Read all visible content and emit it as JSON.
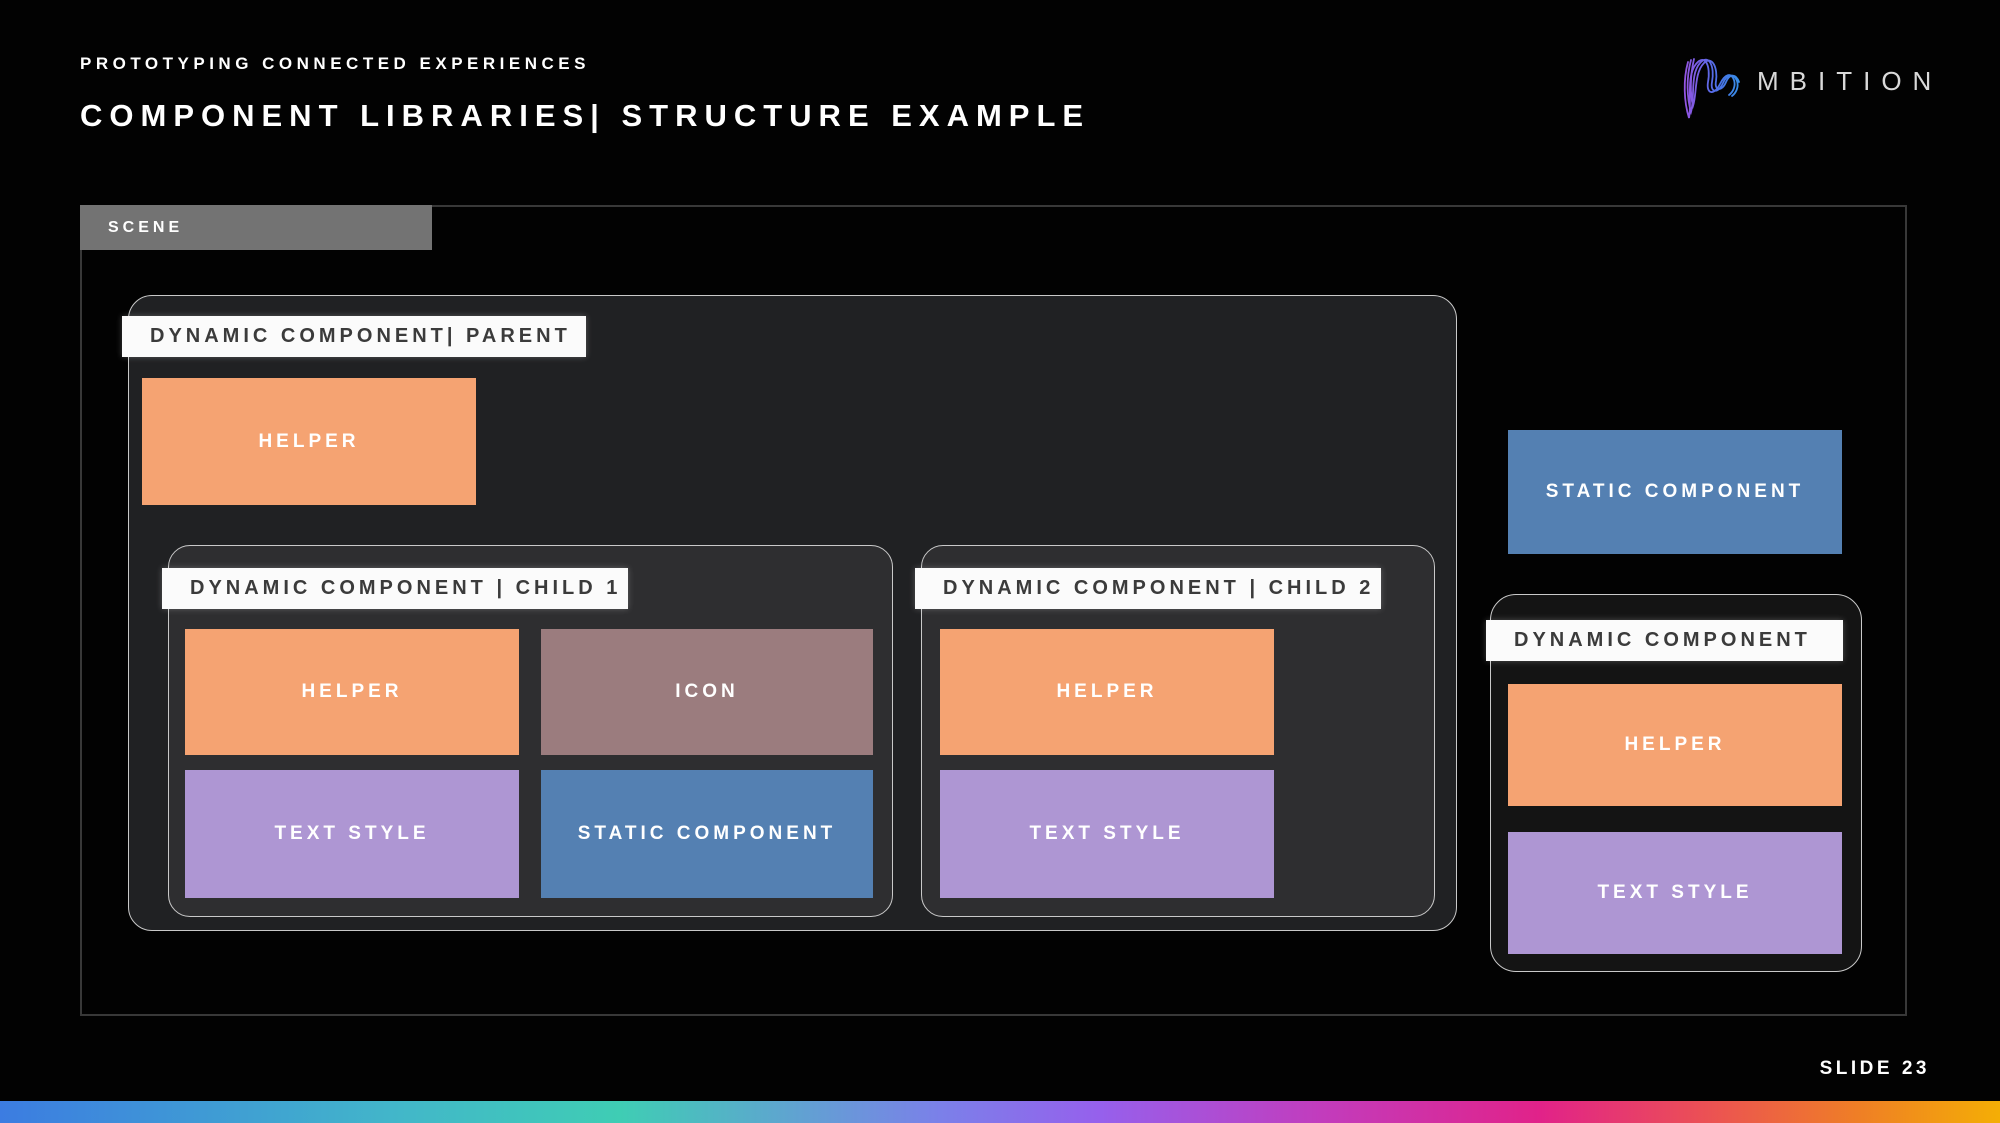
{
  "header": {
    "eyebrow": "PROTOTYPING CONNECTED EXPERIENCES",
    "title": "COMPONENT LIBRARIES| STRUCTURE EXAMPLE",
    "brand": "MBITION"
  },
  "scene": {
    "tab_label": "SCENE"
  },
  "diagram": {
    "parent": {
      "label": "DYNAMIC COMPONENT| PARENT",
      "helper_label": "HELPER"
    },
    "child1": {
      "label": "DYNAMIC COMPONENT | CHILD 1",
      "helper_label": "HELPER",
      "icon_label": "ICON",
      "text_style_label": "TEXT STYLE",
      "static_label": "STATIC COMPONENT"
    },
    "child2": {
      "label": "DYNAMIC COMPONENT | CHILD 2",
      "helper_label": "HELPER",
      "text_style_label": "TEXT STYLE"
    },
    "static_component_label": "STATIC COMPONENT",
    "right_component": {
      "label": "DYNAMIC COMPONENT",
      "helper_label": "HELPER",
      "text_style_label": "TEXT STYLE"
    }
  },
  "footer": {
    "slide_label": "SLIDE 23"
  },
  "colors": {
    "page-bg": "#020202",
    "helper-orange": "#F5A372",
    "icon-mauve": "#9B7C7E",
    "text-style-purple": "#AE96D3",
    "static-blue": "#5480B2",
    "label-bg": "#FBFBFB",
    "label-text": "#3B3B3B",
    "scene-tab-bg": "#737373",
    "scene-border": "#383838",
    "parent-fill": "#202123",
    "child-fill": "#2E2E30",
    "right-fill": "#141414",
    "container-border": "#C9C9C9",
    "logo-purple": "#9B59E8",
    "logo-blue": "#2E9BE8"
  },
  "gradient_bar": [
    "#3C7CE1 0%",
    "#42B7C9 20%",
    "#3FCDB4 31%",
    "#7B80E9 47%",
    "#9660EC 55%",
    "#C23CBD 66%",
    "#E12289 77%",
    "#EB4F56 85%",
    "#EF7F25 93%",
    "#F4AE05 100%"
  ]
}
